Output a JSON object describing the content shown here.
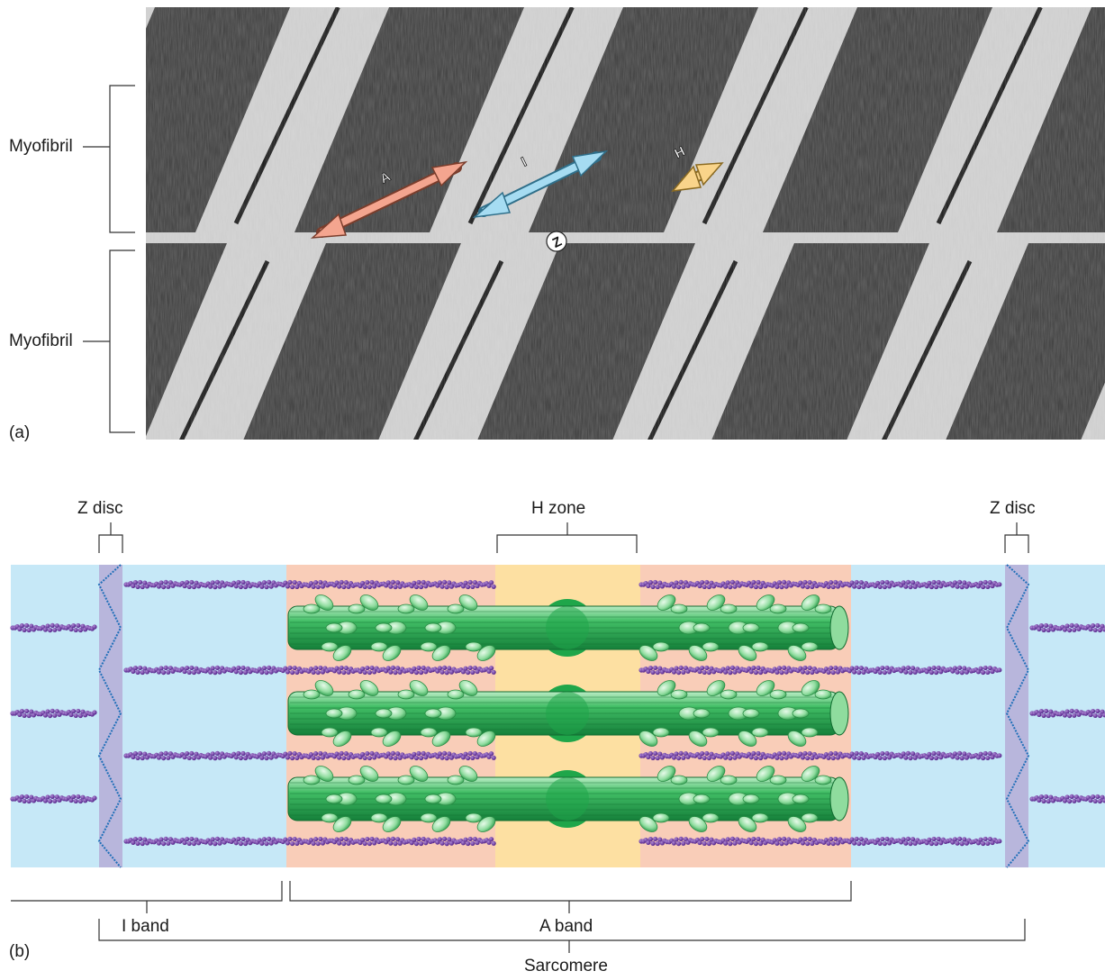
{
  "panel_a": {
    "label": "(a)",
    "myofibril_labels": [
      "Myofibril",
      "Myofibril"
    ],
    "arrow_labels": {
      "a": "A",
      "i": "I",
      "h": "H",
      "z": "Z"
    }
  },
  "panel_b": {
    "label": "(b)",
    "z_disc_left": "Z disc",
    "z_disc_right": "Z disc",
    "h_zone": "H zone",
    "i_band": "I band",
    "a_band": "A band",
    "sarcomere": "Sarcomere"
  },
  "colors": {
    "i_band": "#c6e8f7",
    "a_band": "#f9cdb8",
    "h_zone": "#fde0a2",
    "z_disc": "#b8b6dc",
    "actin": "#6a2f9e",
    "myosin": "#2fa64f",
    "arrow_a": "#f4a58f",
    "arrow_i": "#a6dcf2",
    "arrow_h": "#f9d48a"
  }
}
